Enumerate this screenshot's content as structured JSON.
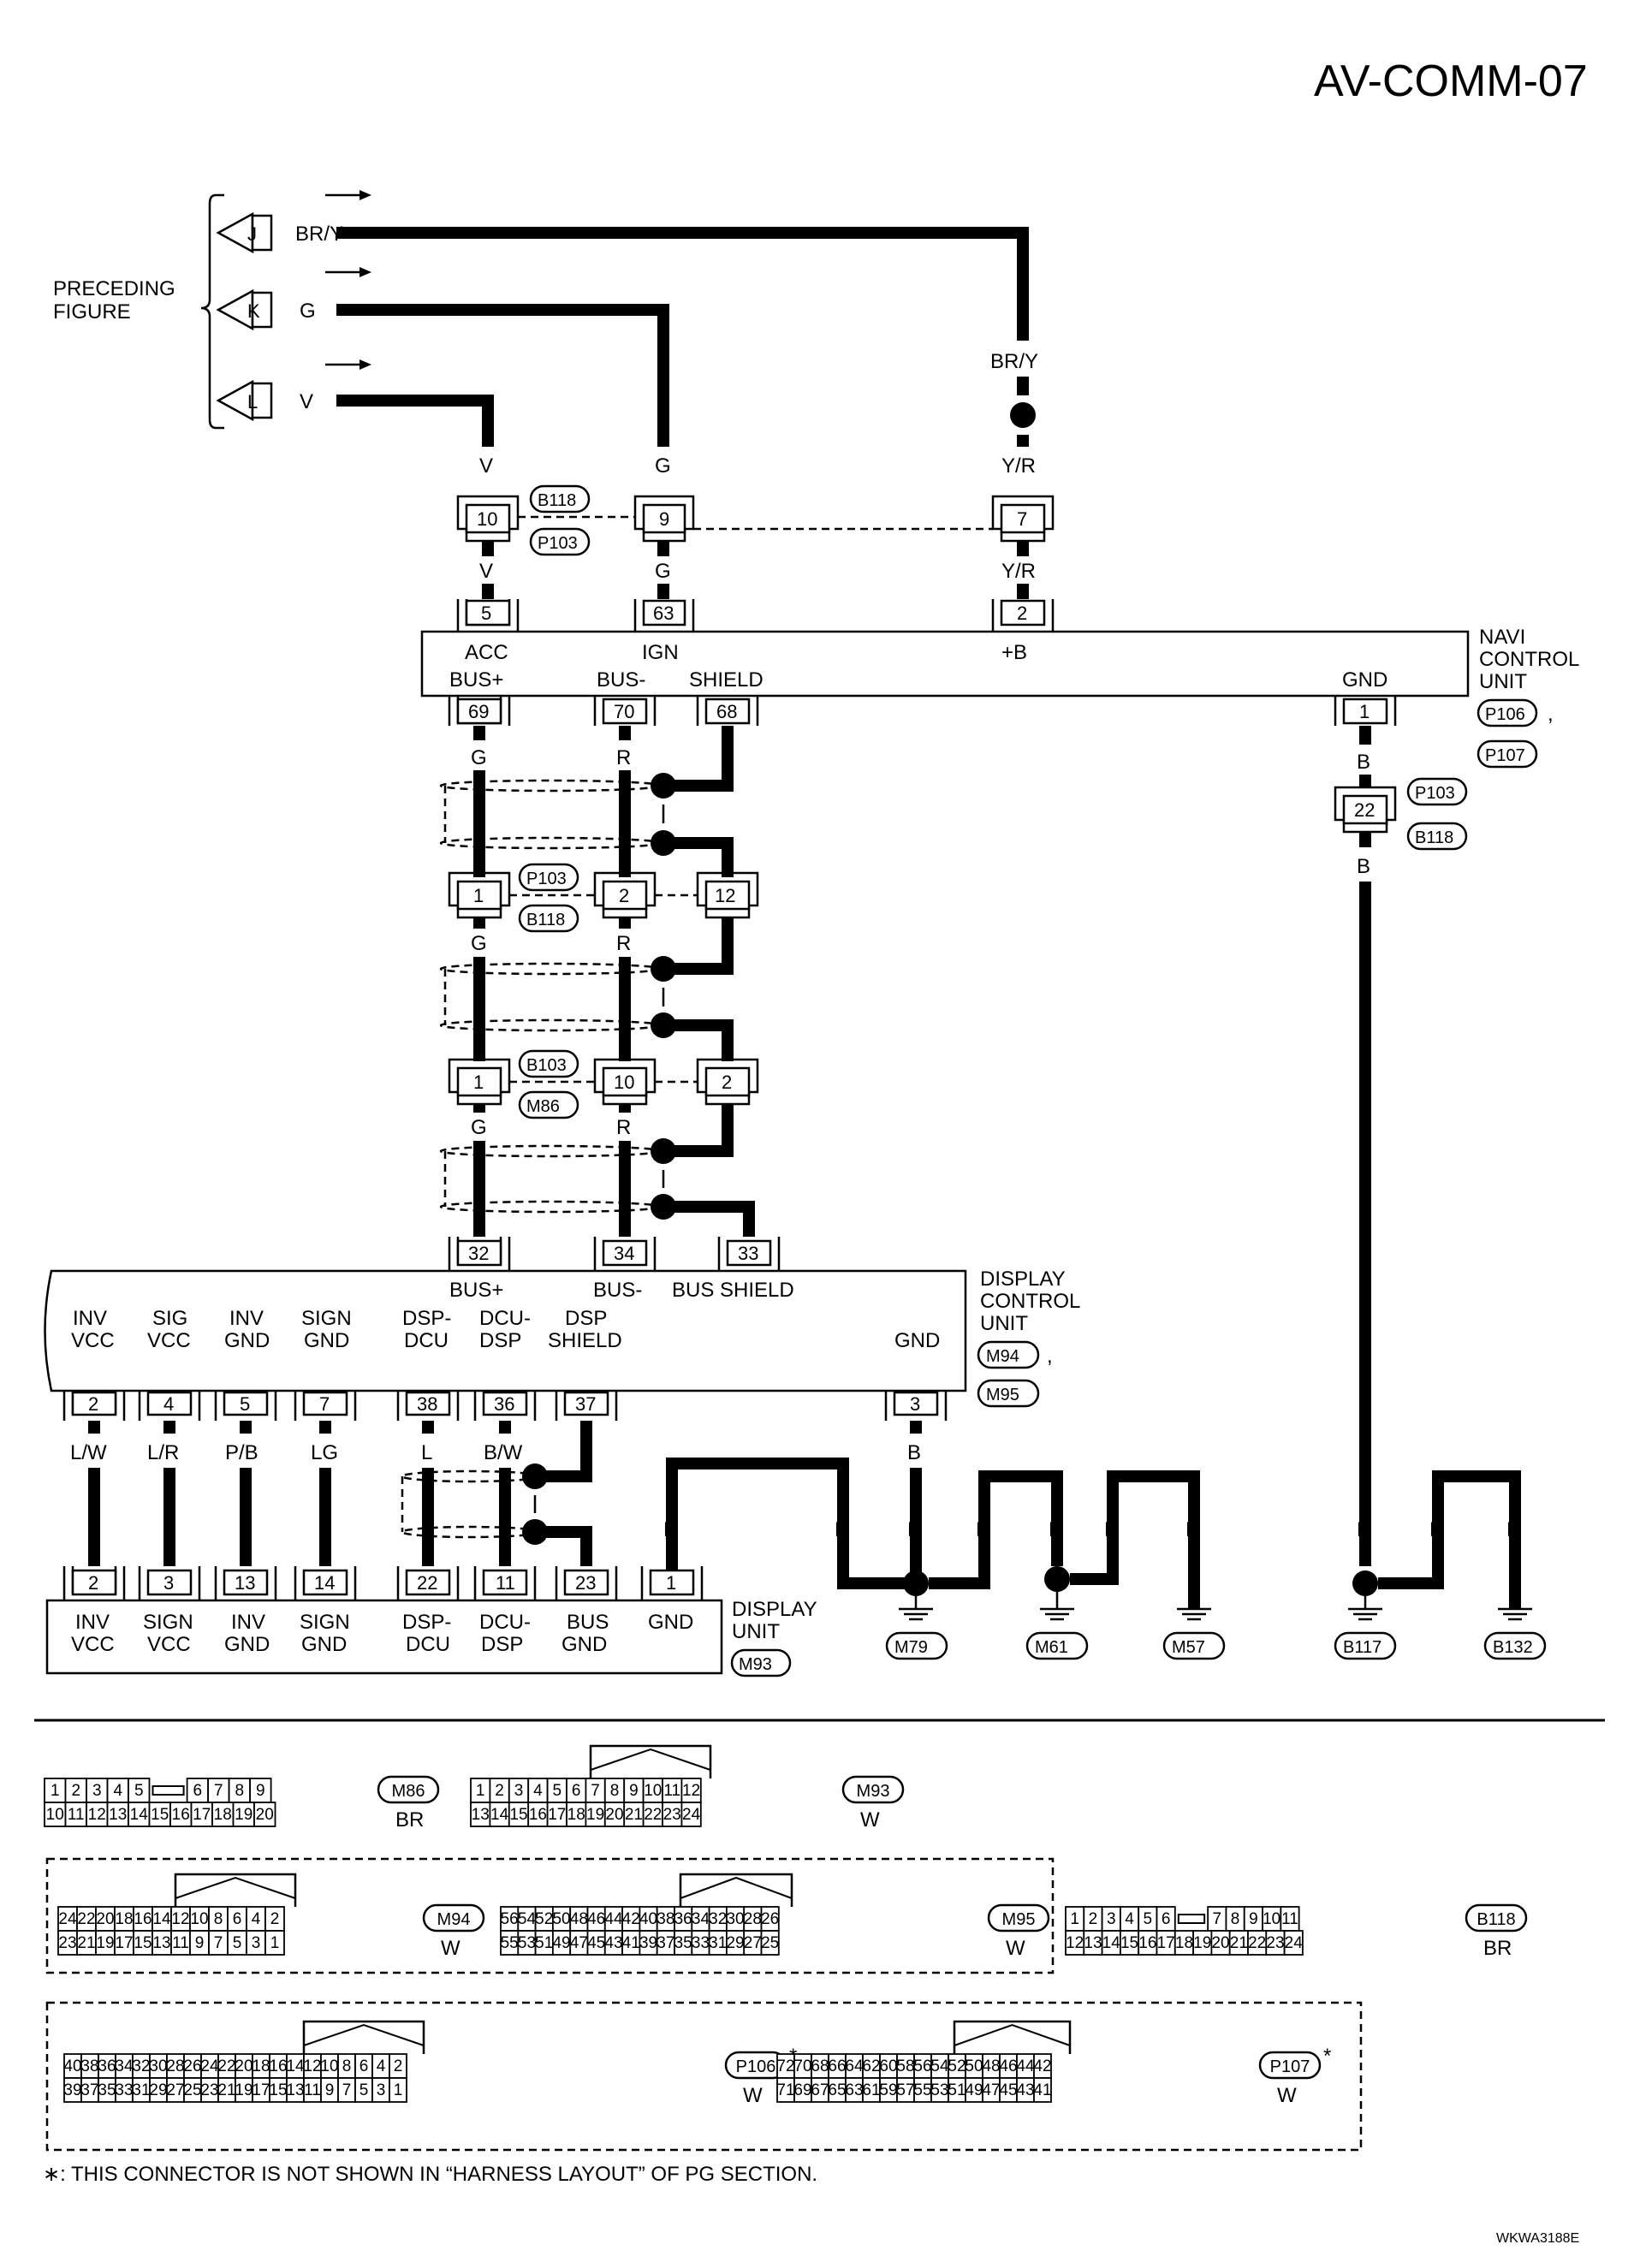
{
  "page_title": "AV-COMM-07",
  "figure_code": "WKWA3188E",
  "footnote": "∗: THIS CONNECTOR IS NOT SHOWN IN “HARNESS LAYOUT” OF PG SECTION.",
  "preceding": {
    "label": "PRECEDING FIGURE",
    "arrows": [
      {
        "letter": "J",
        "color": "BR/Y"
      },
      {
        "letter": "K",
        "color": "G"
      },
      {
        "letter": "L",
        "color": "V"
      }
    ]
  },
  "wire_colors": {
    "v": "V",
    "g": "G",
    "bry": "BR/Y",
    "yr": "Y/R",
    "r": "R",
    "b": "B",
    "lw": "L/W",
    "lr": "L/R",
    "pb": "P/B",
    "lg": "LG",
    "l": "L",
    "bw": "B/W"
  },
  "connectors": {
    "b118": "B118",
    "p103": "P103",
    "b103": "B103",
    "m86": "M86",
    "p106": "P106",
    "p107": "P107",
    "m93": "M93",
    "m94": "M94",
    "m95": "M95",
    "m79": "M79",
    "m61": "M61",
    "m57": "M57",
    "b117": "B117",
    "b132": "B132"
  },
  "navi_unit": {
    "name": "NAVI CONTROL UNIT",
    "terminals": [
      {
        "pin": "5",
        "label": "ACC"
      },
      {
        "pin": "63",
        "label": "IGN"
      },
      {
        "pin": "2",
        "label": "+B"
      },
      {
        "pin": "69",
        "label": "BUS+"
      },
      {
        "pin": "70",
        "label": "BUS-"
      },
      {
        "pin": "68",
        "label": "SHIELD"
      },
      {
        "pin": "1",
        "label": "GND"
      }
    ]
  },
  "display_control_unit": {
    "name": "DISPLAY CONTROL UNIT",
    "terminals": [
      {
        "pin": "32",
        "label": "BUS+"
      },
      {
        "pin": "34",
        "label": "BUS-"
      },
      {
        "pin": "33",
        "label": "BUS SHIELD"
      },
      {
        "pin": "2",
        "label": "INV VCC"
      },
      {
        "pin": "4",
        "label": "SIG VCC"
      },
      {
        "pin": "5",
        "label": "INV GND"
      },
      {
        "pin": "7",
        "label": "SIGN GND"
      },
      {
        "pin": "38",
        "label": "DSP- DCU"
      },
      {
        "pin": "36",
        "label": "DCU- DSP"
      },
      {
        "pin": "37",
        "label": "DSP SHIELD"
      },
      {
        "pin": "3",
        "label": "GND"
      }
    ]
  },
  "display_unit": {
    "name": "DISPLAY UNIT",
    "terminals": [
      {
        "pin": "2",
        "label": "INV VCC"
      },
      {
        "pin": "3",
        "label": "SIGN VCC"
      },
      {
        "pin": "13",
        "label": "INV GND"
      },
      {
        "pin": "14",
        "label": "SIGN GND"
      },
      {
        "pin": "22",
        "label": "DSP- DCU"
      },
      {
        "pin": "11",
        "label": "DCU- DSP"
      },
      {
        "pin": "23",
        "label": "BUS GND"
      },
      {
        "pin": "1",
        "label": "GND"
      }
    ]
  },
  "inline_pins": {
    "b118_row1": [
      "10",
      "9",
      "7"
    ],
    "p103_row2": [
      "1",
      "2",
      "12"
    ],
    "b103_row3": [
      "1",
      "10",
      "2"
    ],
    "gnd_joint": "22"
  },
  "connector_faces": [
    {
      "id": "M86",
      "color": "BR",
      "rows": [
        [
          "1",
          "2",
          "3",
          "4",
          "5",
          "",
          "6",
          "7",
          "8",
          "9"
        ],
        [
          "10",
          "11",
          "12",
          "13",
          "14",
          "15",
          "16",
          "17",
          "18",
          "19",
          "20"
        ]
      ]
    },
    {
      "id": "M93",
      "color": "W",
      "rows": [
        [
          "1",
          "2",
          "3",
          "4",
          "5",
          "6",
          "7",
          "8",
          "9",
          "10",
          "11",
          "12"
        ],
        [
          "13",
          "14",
          "15",
          "16",
          "17",
          "18",
          "19",
          "20",
          "21",
          "22",
          "23",
          "24"
        ]
      ]
    },
    {
      "id": "M94",
      "color": "W",
      "rows": [
        [
          "24",
          "22",
          "20",
          "18",
          "16",
          "14",
          "12",
          "10",
          "8",
          "6",
          "4",
          "2"
        ],
        [
          "23",
          "21",
          "19",
          "17",
          "15",
          "13",
          "11",
          "9",
          "7",
          "5",
          "3",
          "1"
        ]
      ]
    },
    {
      "id": "M95",
      "color": "W",
      "rows": [
        [
          "56",
          "54",
          "52",
          "50",
          "48",
          "46",
          "44",
          "42",
          "40",
          "38",
          "36",
          "34",
          "32",
          "30",
          "28",
          "26"
        ],
        [
          "55",
          "53",
          "51",
          "49",
          "47",
          "45",
          "43",
          "41",
          "39",
          "37",
          "35",
          "33",
          "31",
          "29",
          "27",
          "25"
        ]
      ]
    },
    {
      "id": "B118",
      "color": "BR",
      "rows": [
        [
          "1",
          "2",
          "3",
          "4",
          "5",
          "6",
          "",
          "7",
          "8",
          "9",
          "10",
          "11"
        ],
        [
          "12",
          "13",
          "14",
          "15",
          "16",
          "17",
          "18",
          "19",
          "20",
          "21",
          "22",
          "23",
          "24"
        ]
      ]
    },
    {
      "id": "P106",
      "color": "W",
      "rows": [
        [
          "40",
          "38",
          "36",
          "34",
          "32",
          "30",
          "28",
          "26",
          "24",
          "22",
          "20",
          "18",
          "16",
          "14",
          "12",
          "10",
          "8",
          "6",
          "4",
          "2"
        ],
        [
          "39",
          "37",
          "35",
          "33",
          "31",
          "29",
          "27",
          "25",
          "23",
          "21",
          "19",
          "17",
          "15",
          "13",
          "11",
          "9",
          "7",
          "5",
          "3",
          "1"
        ]
      ]
    },
    {
      "id": "P107",
      "color": "W",
      "rows": [
        [
          "72",
          "70",
          "68",
          "66",
          "64",
          "62",
          "60",
          "58",
          "56",
          "54",
          "52",
          "50",
          "48",
          "46",
          "44",
          "42"
        ],
        [
          "71",
          "69",
          "67",
          "65",
          "63",
          "61",
          "59",
          "57",
          "55",
          "53",
          "51",
          "49",
          "47",
          "45",
          "43",
          "41"
        ]
      ]
    }
  ]
}
